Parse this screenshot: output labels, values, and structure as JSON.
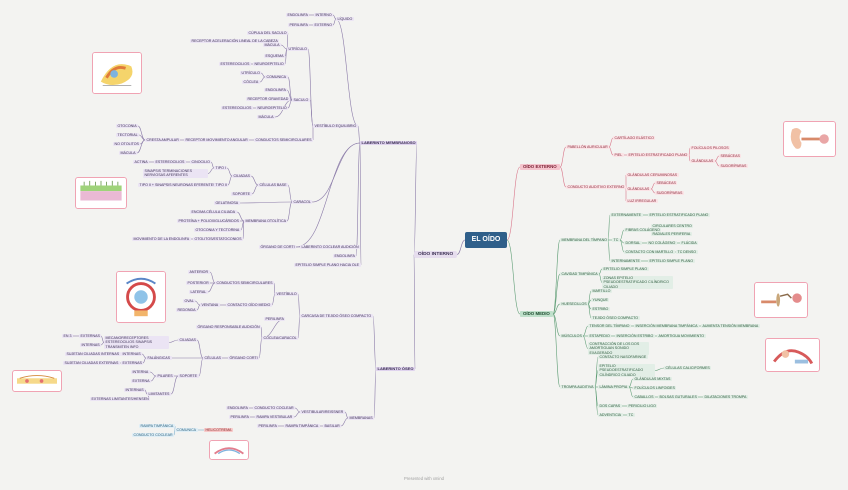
{
  "root": {
    "label": "EL OÍDO"
  },
  "oido_interno": {
    "label": "OÍDO INTERNO",
    "laberinto_membranoso": {
      "label": "LABERINTO MEMBRANOSO",
      "vestibulo_equilibrio": {
        "label": "VESTÍBULO EQUILIBRIO",
        "liquido": {
          "label": "LÍQUIDO",
          "endolinfa": "ENDOLINFA",
          "interno": "INTERNO",
          "perilinfa": "PERILINFA",
          "externo": "EXTERNO"
        },
        "utriculo": {
          "label": "UTRÍCULO",
          "cupula_saculo": "CÚPULA DEL SACULO",
          "receptor": "RECEPTOR ACELERACIÓN LINEAL DE LA CABEZA",
          "macula": "MÁCULA",
          "esquema": "ESQUEMA",
          "estereocilios": "ESTEREOCILIOS",
          "neuroepitelio": "NEUROEPITELIO"
        },
        "saculo": {
          "label": "SACULO",
          "utriculo": "UTRÍCULO",
          "coclea": "CÓCLEA",
          "comunica": "COMUNICA",
          "endolinfa": "ENDOLINFA",
          "receptor": "RECEPTOR GRAVEDAD",
          "estereocilios": "ESTEREOCILIOS",
          "neuroepitelio": "NEUROEPITELIO",
          "macula": "MÁCULA"
        },
        "conductos": {
          "label": "CONDUCTOS SEMICIRCULARES",
          "otoconia": "OTOCONIA",
          "tectorial": "TECTORIAL",
          "no_otolitos": "NO OTOLITOS",
          "macula": "MÁCULA",
          "cresta": "CRESTA AMPULAR",
          "receptor": "RECEPTOR MOVIMIENTO ANGULAR"
        }
      },
      "caracol": {
        "label": "CARACOL",
        "celulas_base": "CÉLULAS BASE",
        "actina": "ACTINA",
        "estereocilios": "ESTEREOCILIOS",
        "cinocilio": "CINOCILIO",
        "tipo1": "TIPO I",
        "sinapsis": "SINAPSIS TERMINACIONES NERVIOSAS AFERENTES",
        "ciliadas": "CILIADAS",
        "tipo2_label": "TIPO II + SINAPSIS NEURONAS EFERENTES",
        "tipo2": "TIPO II",
        "soporte": "SOPORTE",
        "gelatinosa": "GELATINOSA",
        "encima": "ENCIMA CÉLULA CILIADA",
        "proteina": "PROTEÍNA + POLIOXIGLUCÁRIDOS",
        "membrana": "MEMBRANA OTOLÍTICA",
        "otoconia": "OTOCONIA Y TECTORINA",
        "movimiento": "MOVIMIENTO DE LA ENDOLINFA",
        "otolitos": "OTOLITOS/ESTATOCONIOS"
      },
      "organo_corti": "ÓRGANO DE CORTI",
      "laberinto_coclear": "LABERINTO COCLEAR AUDICIÓN",
      "endolinfa": "ENDOLINFA",
      "epitelio": "EPITELIO SIMPLE PLANO HACIA OLE"
    },
    "laberinto_oseo": {
      "label": "LABERINTO ÓSEO",
      "carcasa": "CARCASA DE TEJIDO ÓSEO COMPACTO",
      "vestibulo": "VESTÍBULO",
      "conductos_semi": "CONDUCTOS SEMICIRCULARES",
      "anterior": "ANTERIOR",
      "posterior": "POSTERIOR",
      "lateral": "LATERAL",
      "oval": "OVAL",
      "ventana": "VENTANA",
      "contacto_medio": "CONTACTO OÍDO MEDIO",
      "redonda": "REDONDA",
      "perilinfa": "PERILINFA",
      "organo_resp": "ÓRGANO RESPONSABLE AUDICIÓN",
      "coclea_caracol": "CÓCLEA/CARACOL",
      "en3": "EN 3",
      "externas": "EXTERNAS",
      "mecanorreceptores": "MECANORRECEPTORES ESTEREOCILIOS SINAPSIS TRANSMITEN INFO",
      "internas": "INTERNAS",
      "ciliadas": "CILIADAS",
      "sujetan_internas": "SUJETAN CILIADAS INTERNAS",
      "internas2": "INTERNAS",
      "falangicas": "FALÁNGICAS",
      "sujetan_externas": "SUJETAN CILIADAS EXTERNAS",
      "externas2": "EXTERNAS",
      "celulas": "CÉLULAS",
      "organo_corti": "ÓRGANO CORTI",
      "interna": "INTERNA",
      "externa": "EXTERNA",
      "pilares": "PILARES",
      "soporte": "SOPORTE",
      "internas3": "INTERNAS",
      "limitantes": "LIMITANTES",
      "externa_lim": "EXTERNAS LIMITANTES/HENSEN",
      "membranas": "MEMBRANAS",
      "endolinfa": "ENDOLINFA",
      "conducto_coclear": "CONDUCTO COCLEAR",
      "vestibular": "VESTIBULAR/REISSNER",
      "perilinfa2": "PERILINFA",
      "rampa_vestibular": "RAMPA VESTIBULAR",
      "perilinfa3": "PERILINFA",
      "rampa_timpanica": "RAMPA TIMPÁNICA",
      "basilar": "BASILAR",
      "rampa_timpanica2": "RAMPA TIMPÁNICA",
      "comunica": "COMUNICA",
      "helicotrema": "HELICOTREMA",
      "conducto_coclear2": "CONDUCTO COCLEAR"
    }
  },
  "oido_externo": {
    "label": "OÍDO EXTERNO",
    "pabellon": "PABELLÓN AURICULAR",
    "cartilago": "CARTÍLAGO ELÁSTICO",
    "piel": "PIEL",
    "epitelio_piel": "EPITELIO ESTRATIFICADO PLANO",
    "foliculos": "FOLÍCULOS PILOSOS",
    "glandulas": "GLÁNDULAS",
    "sebaceas": "SEBÁCEAS",
    "sudoriparas": "SUDORÍPARAS",
    "conducto": "CONDUCTO AUDITIVO EXTERNO",
    "glandulas_ceru": "GLÁNDULAS CERUMINOSAS",
    "glandulas2": "GLÁNDULAS",
    "sebaceas2": "SEBÁCEAS",
    "sudoriparas2": "SUDORÍPARAS",
    "luz": "LUZ IRREGULAR"
  },
  "oido_medio": {
    "label": "OÍDO MEDIO",
    "membrana_timpano": "MEMBRANA DEL TÍMPANO",
    "externamente": "EXTERNAMENTE",
    "epitelio_ext": "EPITELIO ESTRATIFICADO PLANO",
    "tc": "TC",
    "fibras": "FIBRAS COLÁGENO",
    "circulares": "CIRCULARES CENTRO",
    "radiales": "RADIALES PERIFERIA",
    "dorsal": "DORSAL",
    "no_colageno": "NO COLÁGENO",
    "flacida": "FLÁCIDA",
    "contacto": "CONTACTO CON MARTILLO",
    "tc_denso": "TC DENSO",
    "internamente": "INTERNAMENTE",
    "epitelio_int": "EPITELIO SIMPLE PLANO",
    "cavidad": "CAVIDAD TIMPÁNICA",
    "cav_epitelio": "EPITELIO SIMPLE PLANO",
    "cav_zona": "ZONAS EPITELIO PSEUDOESTRATIFICADO CILÍNDRICO CILIADO",
    "huesecillos": "HUESECILLOS",
    "martillo": "MARTILLO",
    "yunque": "YUNQUE",
    "estribo": "ESTRIBO",
    "tejido": "TEJIDO ÓSEO COMPACTO",
    "musculos": "MÚSCULOS",
    "tensor": "TENSOR DEL TÍMPANO",
    "insercion": "INSERCIÓN MEMBRANA TIMPÁNICA",
    "aumenta": "AUMENTA TENSIÓN MEMBRANA",
    "estapedio": "ESTAPEDIO",
    "insercion_estribo": "INSERCIÓN ESTRIBO",
    "amortigua": "AMORTIGUA MOVIMIENTO",
    "contraccion": "CONTRACCIÓN DE LOS DOS AMORTIGUAN SONIDO EXAGERADO",
    "trompa": "TROMPA AUDITIVA",
    "contacto_naso": "CONTACTO NASOFARINGE",
    "epitelio_pseudo": "EPITELIO PSEUDOESTRATIFICADO CILÍNDRICO CILIADO",
    "celulas_cal": "CÉLULAS CALICIFORMES",
    "lamina": "LÁMINA PROPIA",
    "glandulas_mixtas": "GLÁNDULAS MIXTAS",
    "foliculos_linf": "FOLÍCULOS LINFOIDES",
    "cabalos": "CABALLOS",
    "bolsas": "BOLSAS GUTURALES",
    "dilataciones": "DILATACIONES TROMPA",
    "dos_capas": "DOS CAPAS",
    "pericilio": "PERICILIO LIGO",
    "adventicia": "ADVENTICIA",
    "tc_adv": "TC"
  },
  "footer": "Presented with xmind"
}
